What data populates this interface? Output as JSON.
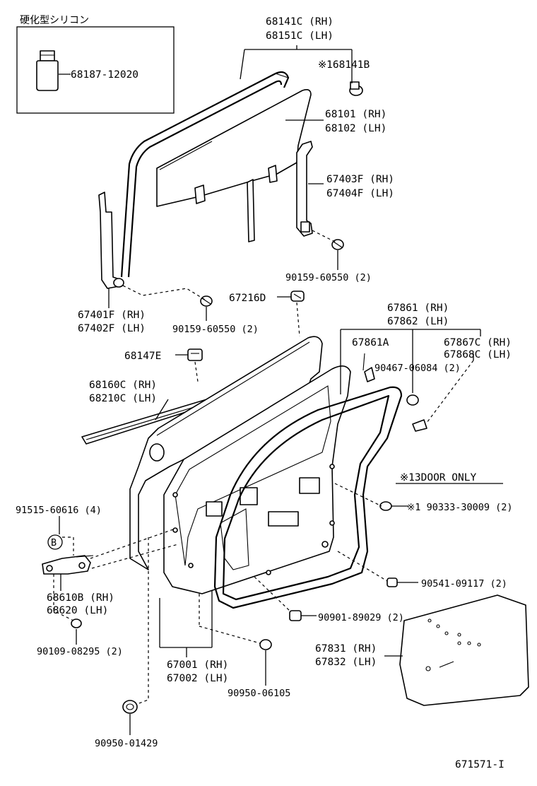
{
  "diagram": {
    "catalog_no": "671571-I",
    "note_3door": "※13DOOR ONLY",
    "silicone_box": {
      "title": "硬化型シリコン",
      "part": "68187-12020"
    },
    "labels": {
      "glass_run_1": "68141C (RH)",
      "glass_run_2": "68151C (LH)",
      "clip_68141b": "※168141B",
      "glass_1": "68101 (RH)",
      "glass_2": "68102 (LH)",
      "rear_channel_1": "67403F (RH)",
      "rear_channel_2": "67404F (LH)",
      "bolt_rear": "90159-60550 (2)",
      "front_channel_1": "67401F (RH)",
      "front_channel_2": "67402F (LH)",
      "bolt_front": "90159-60550 (2)",
      "clip_67216d": "67216D",
      "weatherstrip_1": "67861 (RH)",
      "weatherstrip_2": "67862 (LH)",
      "clip_67861a": "67861A",
      "clip_67867c_1": "67867C (RH)",
      "clip_67867c_2": "67868C (LH)",
      "clip_90467": "90467-06084 (2)",
      "clip_68147e": "68147E",
      "belt_1": "68160C (RH)",
      "belt_2": "68210C (LH)",
      "bolt_91515": "91515-60616 (4)",
      "b_marker": "B",
      "hinge_1": "68610B (RH)",
      "hinge_2": "68620  (LH)",
      "bolt_90109": "90109-08295 (2)",
      "door_1": "67001 (RH)",
      "door_2": "67002 (LH)",
      "plug_90333": "※1 90333-30009 (2)",
      "plug_90541": "90541-09117 (2)",
      "plug_90901": "90901-89029 (2)",
      "plug_90950_a": "90950-06105",
      "plug_90950_b": "90950-01429",
      "cover_1": "67831 (RH)",
      "cover_2": "67832 (LH)"
    }
  }
}
